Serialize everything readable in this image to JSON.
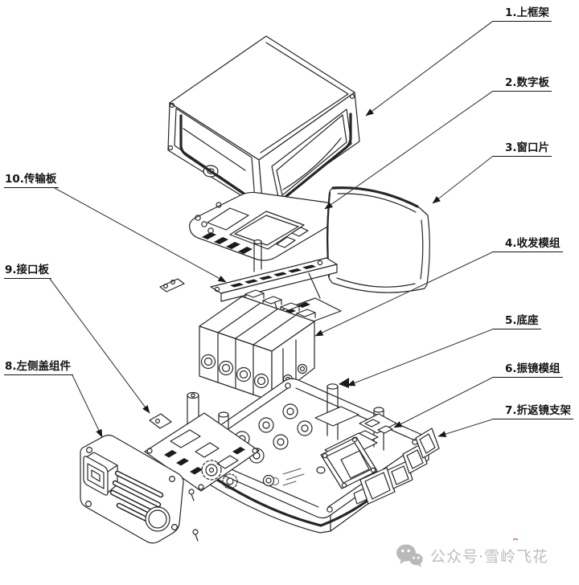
{
  "diagram": {
    "type": "exploded-assembly-drawing",
    "callouts": [
      {
        "id": "1",
        "text": "1.上框架"
      },
      {
        "id": "2",
        "text": "2.数字板"
      },
      {
        "id": "3",
        "text": "3.窗口片"
      },
      {
        "id": "4",
        "text": "4.收发模组"
      },
      {
        "id": "5",
        "text": "5.底座"
      },
      {
        "id": "6",
        "text": "6.振镜模组"
      },
      {
        "id": "7",
        "text": "7.折返镜支架"
      },
      {
        "id": "8",
        "text": "8.左侧盖组件"
      },
      {
        "id": "9",
        "text": "9.接口板"
      },
      {
        "id": "10",
        "text": "10.传输板"
      }
    ]
  },
  "watermark": {
    "icon": "wechat-icon",
    "text": "公众号·雪岭飞花"
  },
  "colors": {
    "line": "#262626",
    "label": "#141414",
    "watermark": "#bdbdbd",
    "background": "#ffffff"
  }
}
